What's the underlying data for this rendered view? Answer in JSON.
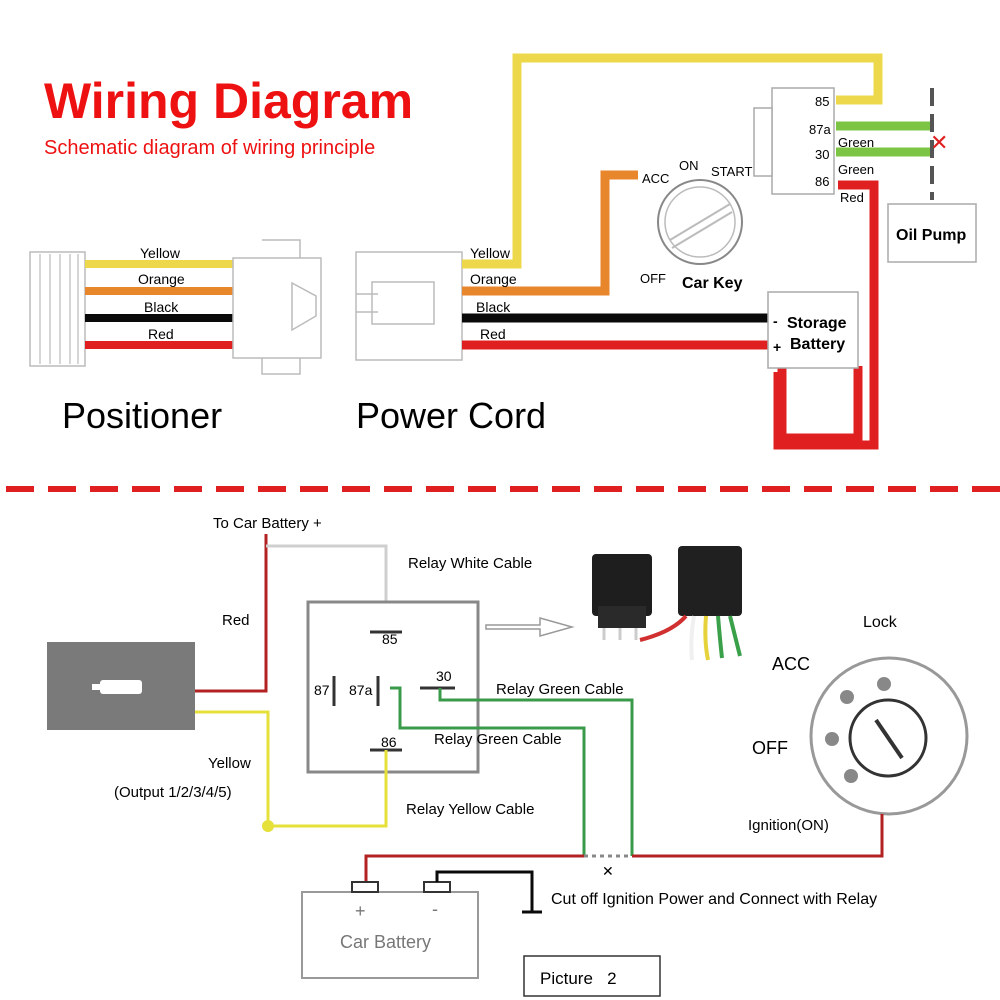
{
  "header": {
    "title": "Wiring Diagram",
    "subtitle": "Schematic diagram of wiring principle"
  },
  "colors": {
    "title_red": "#ee1111",
    "yellow": "#ecd84a",
    "orange": "#e8862c",
    "black": "#0a0a0a",
    "red": "#e02020",
    "green": "#7cc443",
    "dark_red": "#b22222",
    "white_cable": "#cfcfcf",
    "relay_green": "#3a9a4a",
    "relay_yellow": "#e6e03a"
  },
  "top": {
    "wire_labels_left": [
      "Yellow",
      "Orange",
      "Black",
      "Red"
    ],
    "wire_labels_right": [
      "Yellow",
      "Orange",
      "Black",
      "Red"
    ],
    "positioner_label": "Positioner",
    "power_cord_label": "Power Cord",
    "key": {
      "acc": "ACC",
      "on": "ON",
      "start": "START",
      "off": "OFF",
      "label": "Car Key"
    },
    "relay_pins": [
      "85",
      "87a",
      "30",
      "86"
    ],
    "green1": "Green",
    "green2": "Green",
    "red_label": "Red",
    "oil_pump": "Oil Pump",
    "storage_battery_line1": "Storage",
    "storage_battery_line2": "Battery",
    "minus": "-",
    "plus": "+",
    "cut_mark": "✕"
  },
  "bottom": {
    "to_car_battery": "To Car Battery +",
    "red": "Red",
    "relay_white_cable": "Relay White Cable",
    "pin85": "85",
    "pin87": "87",
    "pin87a": "87a",
    "pin30": "30",
    "pin86": "86",
    "relay_green_cable_1": "Relay Green Cable",
    "relay_green_cable_2": "Relay Green Cable",
    "yellow": "Yellow",
    "output": "(Output 1/2/3/4/5)",
    "relay_yellow_cable": "Relay Yellow Cable",
    "lock": "Lock",
    "acc": "ACC",
    "off": "OFF",
    "ignition": "Ignition(ON)",
    "cut_off": "Cut off Ignition Power and Connect with Relay",
    "cut_mark": "✕",
    "battery_plus": "+",
    "battery_minus": "-",
    "car_battery": "Car Battery",
    "picture": "Picture   2"
  }
}
